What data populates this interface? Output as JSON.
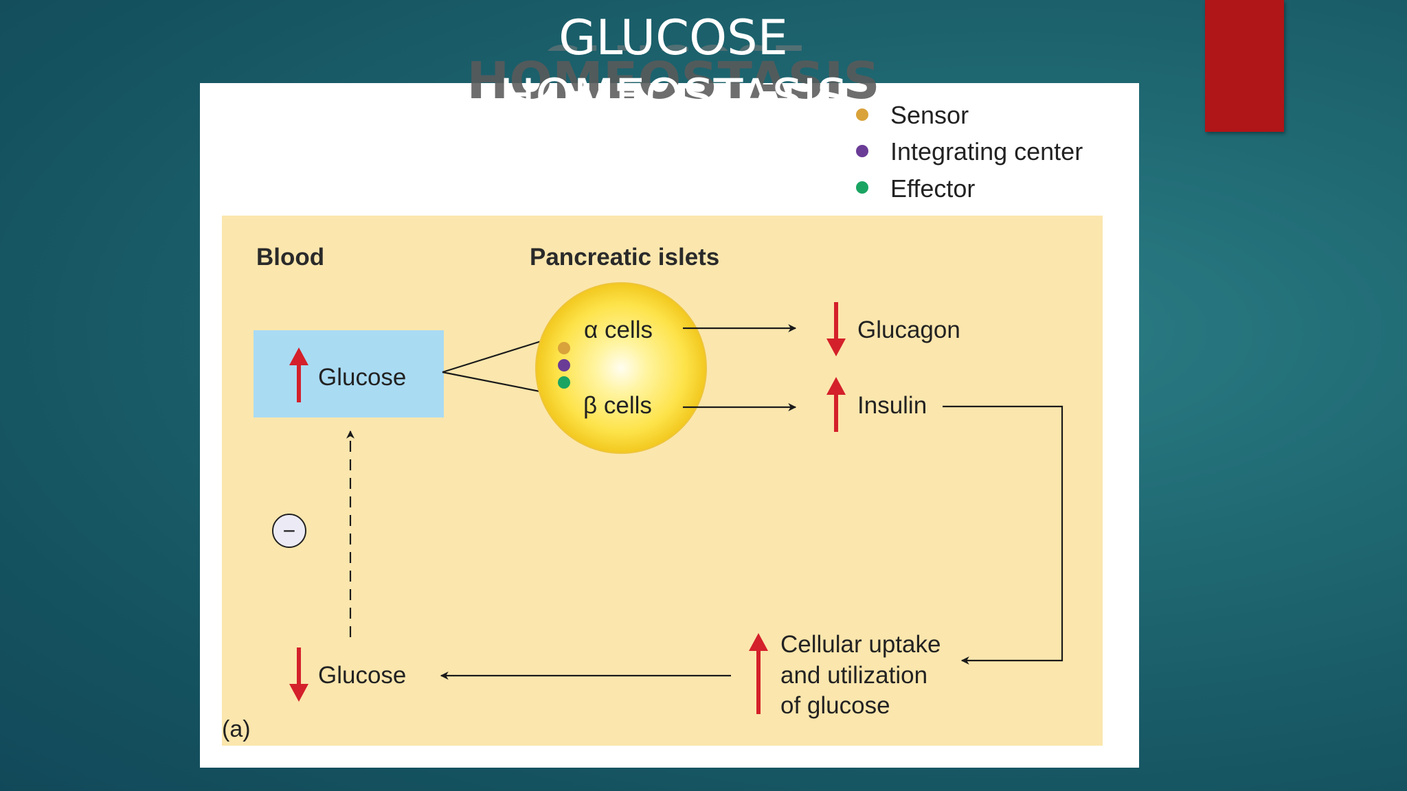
{
  "slide": {
    "title": "GLUCOSE HOMEOSTASIS",
    "ghost_title": "HOMEOSTASIS"
  },
  "legend": {
    "items": [
      {
        "label": "Sensor",
        "color": "#d9a23a"
      },
      {
        "label": "Integrating center",
        "color": "#6a3c96"
      },
      {
        "label": "Effector",
        "color": "#1aa462"
      }
    ]
  },
  "diagram": {
    "blood_heading": "Blood",
    "islets_heading": "Pancreatic islets",
    "glucose_high_label": "Glucose",
    "alpha_cells_label": "α cells",
    "beta_cells_label": "β cells",
    "glucagon_label": "Glucagon",
    "insulin_label": "Insulin",
    "uptake_line1": "Cellular uptake",
    "uptake_line2": "and utilization",
    "uptake_line3": "of glucose",
    "glucose_low_label": "Glucose",
    "negative_feedback_symbol": "−",
    "panel_label": "(a)",
    "colors": {
      "panel_bg": "#fbe6ad",
      "glucose_box": "#a9dbf3",
      "up_down_arrow": "#d4202a",
      "islet_core": "#fffbe0",
      "islet_edge": "#f0c020"
    }
  }
}
